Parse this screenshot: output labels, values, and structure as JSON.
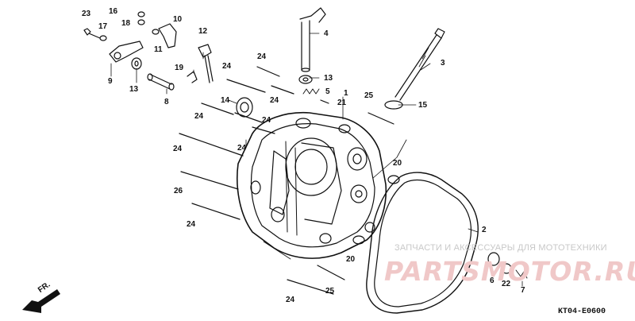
{
  "watermark": {
    "text": "ЗАПЧАСТИ И АКСЕССУАРЫ ДЛЯ МОТОТЕХНИКИ",
    "logo": "PARTSMOTOR.RU",
    "logo_color": "#f0c8c8"
  },
  "diagram_code": "KT04-E0600",
  "direction_label": "FR.",
  "part_labels": {
    "p1": "1",
    "p2": "2",
    "p3": "3",
    "p4": "4",
    "p5": "5",
    "p6": "6",
    "p7": "7",
    "p8": "8",
    "p9": "9",
    "p10": "10",
    "p11": "11",
    "p12": "12",
    "p13a": "13",
    "p13b": "13",
    "p14": "14",
    "p15": "15",
    "p16": "16",
    "p17": "17",
    "p18": "18",
    "p19": "19",
    "p20a": "20",
    "p20b": "20",
    "p21": "21",
    "p22": "22",
    "p23": "23",
    "p24a": "24",
    "p24b": "24",
    "p24c": "24",
    "p24d": "24",
    "p24e": "24",
    "p24f": "24",
    "p24g": "24",
    "p24h": "24",
    "p24i": "24",
    "p25a": "25",
    "p25b": "25",
    "p26": "26"
  }
}
